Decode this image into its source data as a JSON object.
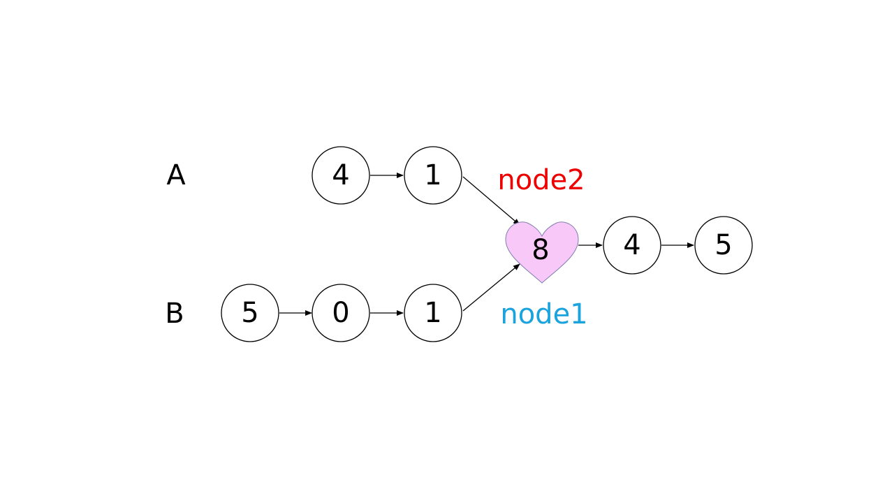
{
  "lists": {
    "a_label": "A",
    "b_label": "B"
  },
  "nodes": {
    "a1": "4",
    "a2": "1",
    "b1": "5",
    "b2": "0",
    "b3": "1",
    "shared1": "8",
    "shared2": "4",
    "shared3": "5"
  },
  "pointers": {
    "node2": "node2",
    "node1": "node1"
  },
  "colors": {
    "node2": "#ee0000",
    "node1": "#1aa3dc",
    "heart_fill": "#f8c8f8"
  }
}
